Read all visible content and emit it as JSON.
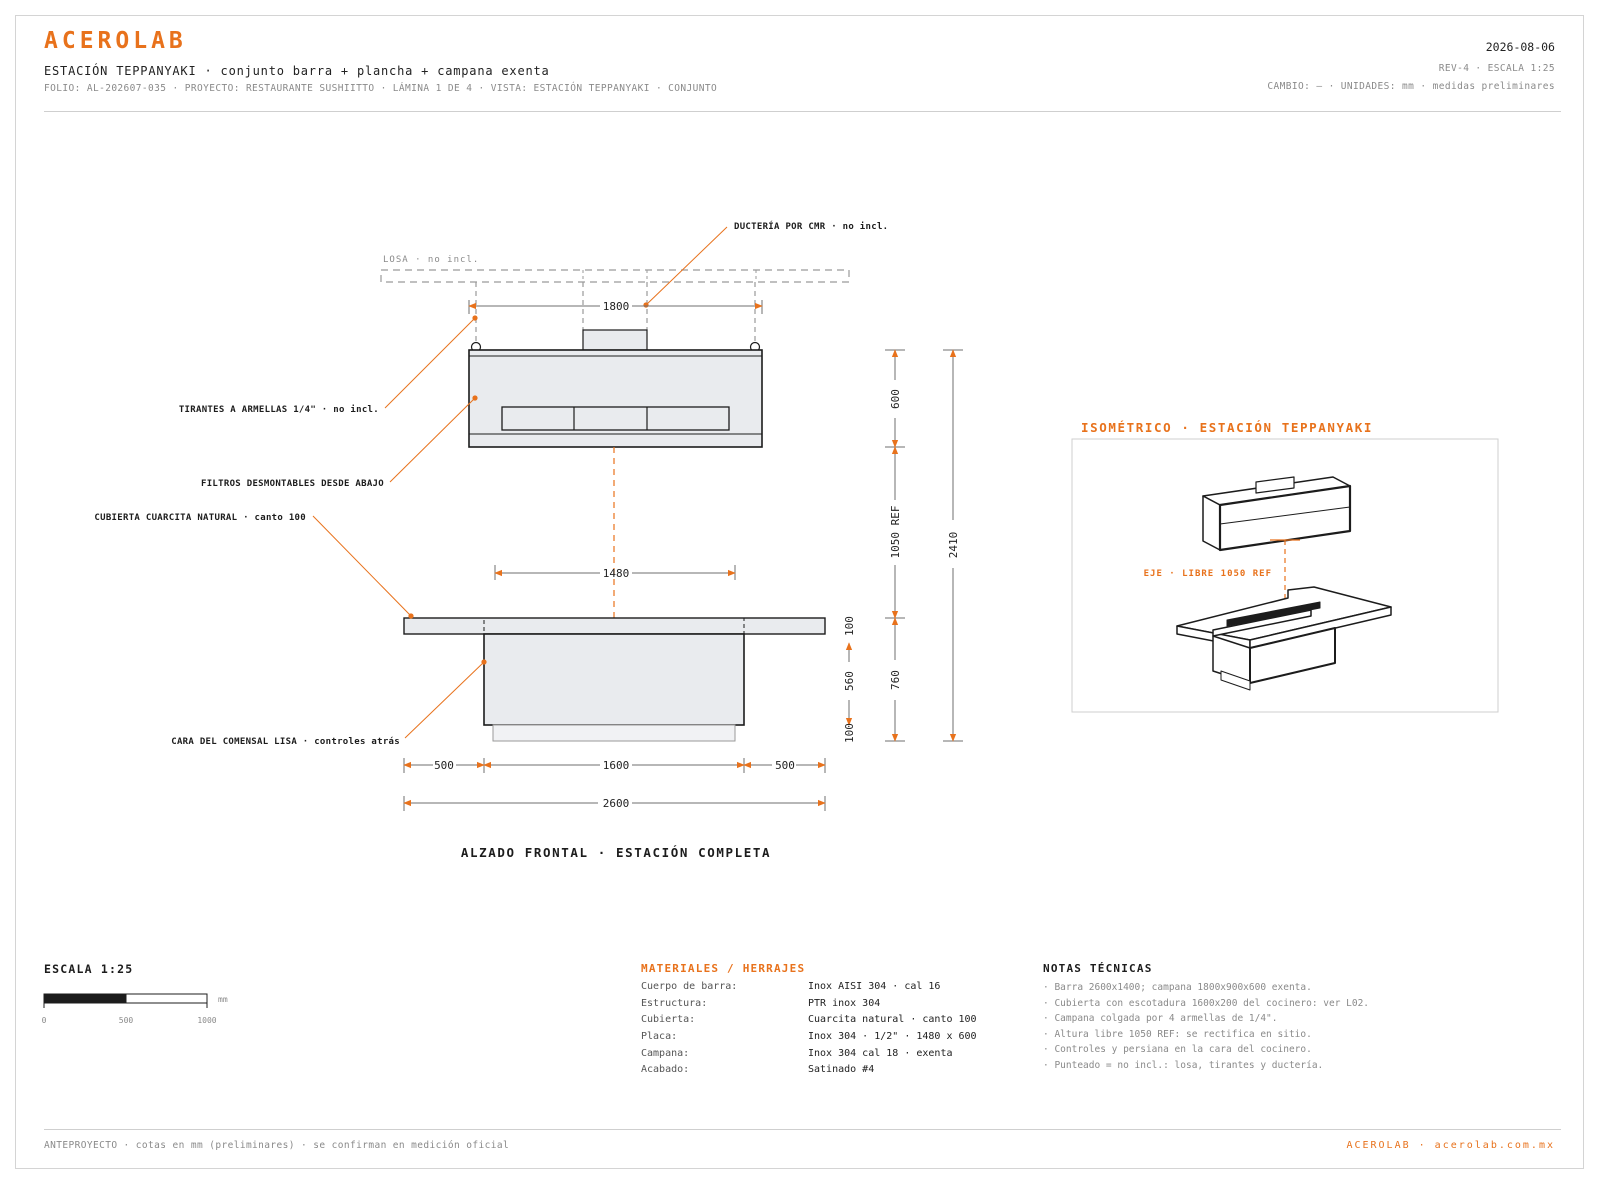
{
  "header": {
    "brand": "ACEROLAB",
    "title": "ESTACIÓN TEPPANYAKI · conjunto barra + plancha + campana exenta",
    "folio": "FOLIO: AL-202607-035 · PROYECTO: RESTAURANTE SUSHIITTO · LÁMINA 1 DE 4 · VISTA: ESTACIÓN TEPPANYAKI · CONJUNTO",
    "date": "2026-08-06",
    "revision": "REV-4 · ESCALA 1:25",
    "change": "CAMBIO: — · UNIDADES: mm · medidas preliminares"
  },
  "drawing": {
    "losa_label": "LOSA · no incl.",
    "callouts": {
      "ducteria": "DUCTERÍA POR CMR · no incl.",
      "tirantes": "TIRANTES A ARMELLAS 1/4\" · no incl.",
      "filtros": "FILTROS DESMONTABLES DESDE ABAJO",
      "cubierta": "CUBIERTA CUARCITA NATURAL · canto 100",
      "cara": "CARA DEL COMENSAL LISA · controles atrás"
    },
    "dims": {
      "campana_ancho": "1800",
      "placa_ancho": "1480",
      "vuelo_izq": "500",
      "barra_ancho": "1600",
      "vuelo_der": "500",
      "total": "2600",
      "campana_alto": "600",
      "altura_libre": "1050 REF",
      "altura_barra": "760",
      "altura_total": "2410",
      "canto": "100",
      "cuerpo": "560",
      "zoclo": "100"
    },
    "caption": "ALZADO FRONTAL · ESTACIÓN COMPLETA",
    "iso_title": "ISOMÉTRICO · ESTACIÓN TEPPANYAKI",
    "iso_axis": "EJE · LIBRE 1050 REF"
  },
  "scale_bar": {
    "title": "ESCALA 1:25",
    "unit": "mm",
    "ticks": [
      "0",
      "500",
      "1000"
    ]
  },
  "materials": {
    "title": "MATERIALES / HERRAJES",
    "rows": [
      {
        "k": "Cuerpo de barra:",
        "v": "Inox AISI 304 · cal 16"
      },
      {
        "k": "Estructura:",
        "v": "PTR inox 304"
      },
      {
        "k": "Cubierta:",
        "v": "Cuarcita natural · canto 100"
      },
      {
        "k": "Placa:",
        "v": "Inox 304 · 1/2\" · 1480 x 600"
      },
      {
        "k": "Campana:",
        "v": "Inox 304 cal 18 · exenta"
      },
      {
        "k": "Acabado:",
        "v": "Satinado #4"
      }
    ]
  },
  "notes": {
    "title": "NOTAS TÉCNICAS",
    "items": [
      "· Barra 2600x1400; campana 1800x900x600 exenta.",
      "· Cubierta con escotadura 1600x200 del cocinero: ver L02.",
      "· Campana colgada por 4 armellas de 1/4\".",
      "· Altura libre 1050 REF: se rectifica en sitio.",
      "· Controles y persiana en la cara del cocinero.",
      "· Punteado = no incl.: losa, tirantes y ductería."
    ]
  },
  "footer": {
    "left": "ANTEPROYECTO · cotas en mm (preliminares) · se confirman en medición oficial",
    "right": "ACEROLAB · acerolab.com.mx"
  },
  "colors": {
    "accent": "#e8721c",
    "line": "#1c1c1c",
    "fill": "#e9ebee",
    "muted": "#8a8a8a"
  }
}
